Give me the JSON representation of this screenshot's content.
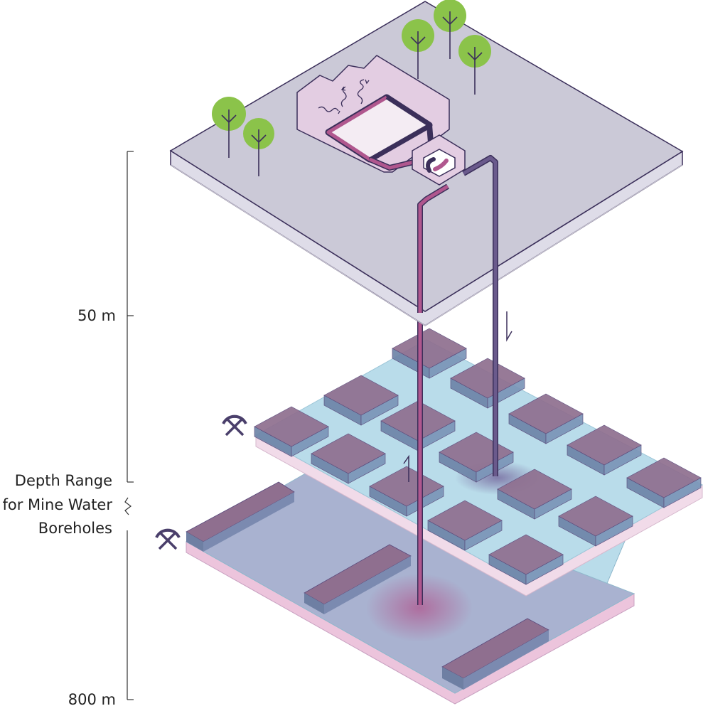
{
  "depth_scale": {
    "top_label": "50 m",
    "bottom_label": "800 m",
    "caption_lines": [
      "Depth Range",
      "for Mine Water",
      "Boreholes"
    ]
  },
  "icons": {
    "mine_level_1": "crossed-pickaxes-icon",
    "mine_level_2": "crossed-pickaxes-icon",
    "trees": "tree-icon",
    "heat_waves": "heat-wave-icon",
    "heat_pump": "heat-pump-icon",
    "flow_arrows": "flow-arrow-icon"
  },
  "colors": {
    "surface": "#cbc9d7",
    "outline": "#3b2f5a",
    "warm_pipe": "#b0578e",
    "cool_pipe": "#5a4a7c",
    "water": "#b9dcea",
    "mine_pillars": "#8f6f8f",
    "tree_canopy": "#8bc34a",
    "building": "#e3cde2"
  }
}
